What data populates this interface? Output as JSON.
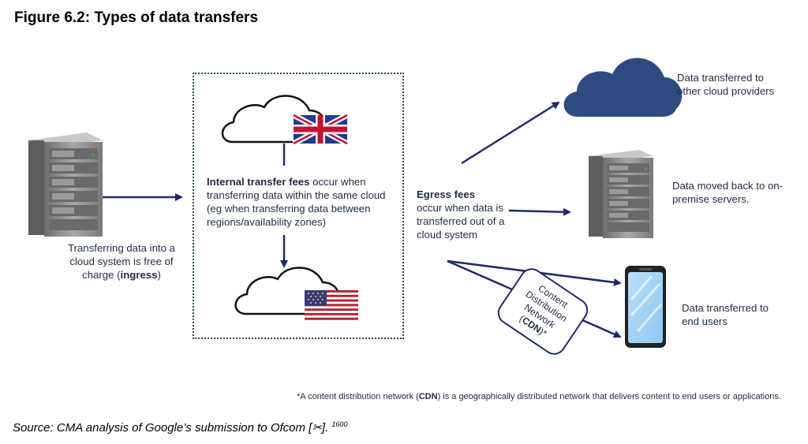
{
  "figure_title": "Figure 6.2: Types of data transfers",
  "ingress": {
    "text_before": "Transferring data into a cloud system is free of charge (",
    "bold": "ingress",
    "text_after": ")"
  },
  "internal": {
    "bold": "Internal transfer fees",
    "text": " occur when transferring data within the same cloud (eg when transferring data between regions/availability zones)"
  },
  "egress": {
    "bold": "Egress fees",
    "text": "occur when data is transferred out of a cloud system"
  },
  "destinations": {
    "cloud_providers": "Data transferred to other cloud providers",
    "on_premise": "Data moved back to on-premise servers.",
    "end_users": "Data transferred to end users"
  },
  "cdn_label": {
    "line1": "Content",
    "line2": "Distribution",
    "line3": "Network",
    "line4_open": "(",
    "line4_bold": "CDN",
    "line4_close": ")*"
  },
  "footnote": {
    "before": "*A content distribution network (",
    "bold": "CDN",
    "after": ") is a geographically distributed network that delivers content to end users or applications."
  },
  "source": {
    "text": "Source: CMA analysis of Google’s submission to Ofcom [",
    "redaction_icon": "redaction-scissors-icon",
    "close": "].",
    "ref": "1600"
  },
  "colors": {
    "arrow": "#1f2a6b",
    "cloud_fill": "#2f4a80",
    "server_fill": "#8c8c8c",
    "box_border": "#2d4a2d"
  }
}
